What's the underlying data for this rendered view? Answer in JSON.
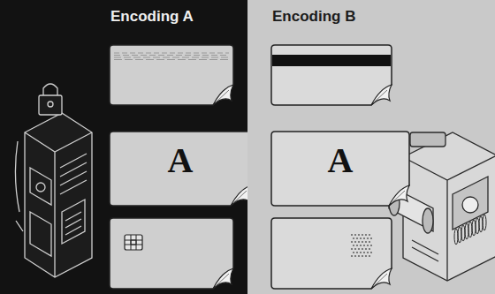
{
  "diagram": {
    "nodes": [
      {
        "text": [
          "Encoding A"
        ]
      },
      {
        "text": [
          "Encoding B"
        ]
      },
      {
        "text": [
          "A"
        ],
        "in": 0
      },
      {
        "text": [
          "A"
        ],
        "in": 1
      }
    ]
  }
}
